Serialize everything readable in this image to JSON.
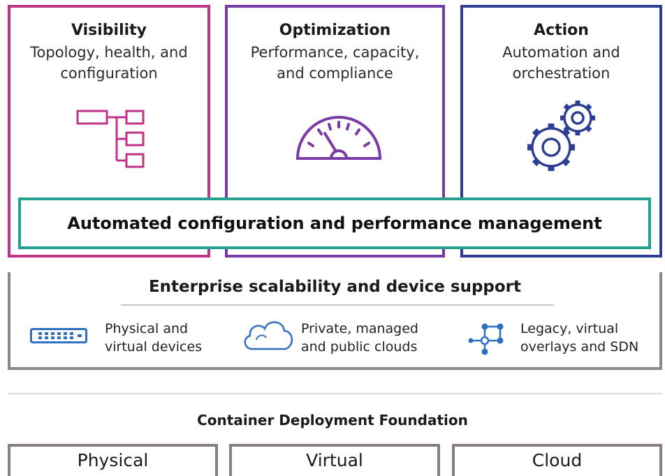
{
  "pillars": {
    "visibility": {
      "title": "Visibility",
      "line1": "Topology, health, and",
      "line2": "configuration",
      "icon": "topology-tree-icon",
      "color": "#c0338a"
    },
    "optimization": {
      "title": "Optimization",
      "line1": "Performance, capacity,",
      "line2": "and compliance",
      "icon": "gauge-icon",
      "color": "#7a3aa6"
    },
    "action": {
      "title": "Action",
      "line1": "Automation and",
      "line2": "orchestration",
      "icon": "gears-icon",
      "color": "#2e3e93"
    }
  },
  "banner": {
    "text": "Automated configuration and performance management",
    "color": "#24a091"
  },
  "enterprise": {
    "title": "Enterprise scalability and device support",
    "features": [
      {
        "line1": "Physical and",
        "line2": "virtual devices",
        "icon": "network-switch-icon"
      },
      {
        "line1": "Private, managed",
        "line2": "and public clouds",
        "icon": "cloud-icon"
      },
      {
        "line1": "Legacy, virtual",
        "line2": "overlays and SDN",
        "icon": "network-nodes-icon"
      }
    ]
  },
  "foundation": {
    "title": "Container Deployment Foundation",
    "boxes": [
      "Physical",
      "Virtual",
      "Cloud"
    ]
  }
}
